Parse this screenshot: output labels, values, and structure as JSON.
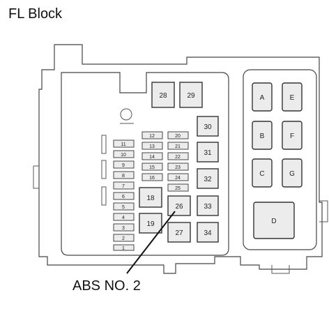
{
  "diagram": {
    "title": "FL Block",
    "callout": "ABS NO. 2",
    "large_fuses": [
      "A",
      "E",
      "B",
      "F",
      "C",
      "G",
      "D"
    ],
    "fuses_top": [
      "28",
      "29"
    ],
    "fuses_right_col": [
      "30",
      "31",
      "32",
      "33",
      "34"
    ],
    "fuses_mid": [
      "18",
      "19",
      "26",
      "27"
    ],
    "mini_col1": [
      "1",
      "2",
      "3",
      "4",
      "5",
      "6",
      "7",
      "8",
      "9",
      "10",
      "11"
    ],
    "mini_col2": [
      "12",
      "13",
      "14",
      "15",
      "16"
    ],
    "mini_col3": [
      "20",
      "21",
      "22",
      "23",
      "24",
      "25"
    ],
    "highlighted_fuse": "26"
  }
}
